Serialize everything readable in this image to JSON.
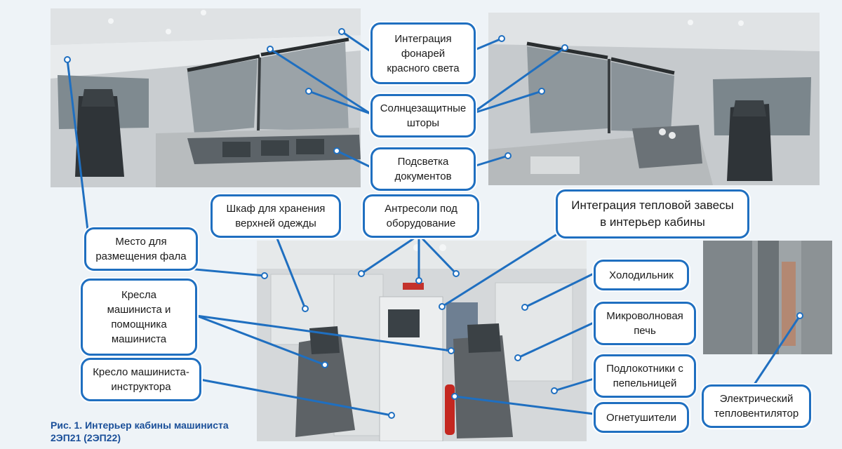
{
  "figure": {
    "caption": "Рис. 1. Интерьер кабины машиниста\n2ЭП21 (2ЭП22)"
  },
  "callouts": {
    "red_lights": "Интеграция\nфонарей\nкрасного света",
    "sun_blinds": "Солнцезащитные\nшторы",
    "doc_light": "Подсветка\nдокументов",
    "wardrobe": "Шкаф для хранения\nверхней одежды",
    "mezzanine": "Антресоли под\nоборудование",
    "heat_curtain": "Интеграция тепловой завесы\nв интерьер кабины",
    "flag_place": "Место для\nразмещения фала",
    "driver_seats": "Кресла\nмашиниста и\nпомощника\nмашиниста",
    "instructor_seat": "Кресло машиниста-\nинструктора",
    "fridge": "Холодильник",
    "microwave": "Микроволновая\nпечь",
    "armrests": "Подлокотники с\nпепельницей",
    "extinguishers": "Огнетушители",
    "heater": "Электрический\nтепловентилятор"
  },
  "colors": {
    "accent": "#1f6fc0",
    "caption": "#1a4f99"
  }
}
